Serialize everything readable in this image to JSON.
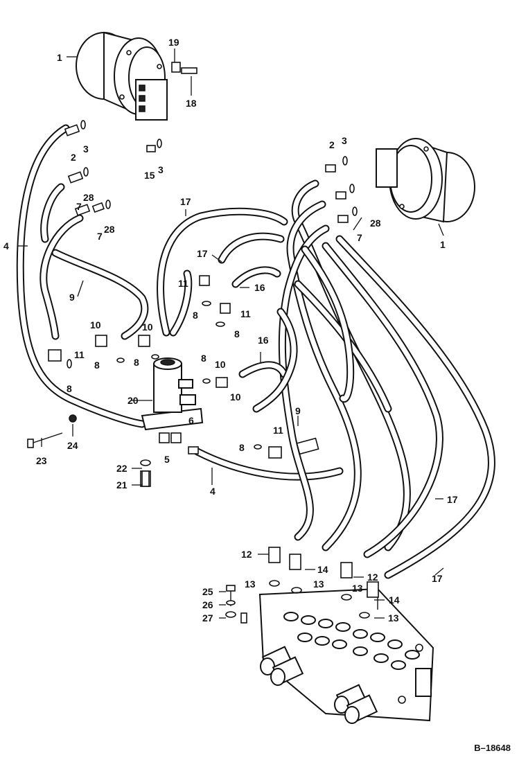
{
  "reference": "B–18648",
  "callouts": [
    {
      "id": "c1a",
      "text": "1"
    },
    {
      "id": "c19",
      "text": "19"
    },
    {
      "id": "c18",
      "text": "18"
    },
    {
      "id": "c2a",
      "text": "2"
    },
    {
      "id": "c3a",
      "text": "3"
    },
    {
      "id": "c15",
      "text": "15"
    },
    {
      "id": "c3b",
      "text": "3"
    },
    {
      "id": "c28a",
      "text": "28"
    },
    {
      "id": "c7a",
      "text": "7"
    },
    {
      "id": "c28b",
      "text": "28"
    },
    {
      "id": "c7b",
      "text": "7"
    },
    {
      "id": "c4a",
      "text": "4"
    },
    {
      "id": "c9a",
      "text": "9"
    },
    {
      "id": "c10a",
      "text": "10"
    },
    {
      "id": "c11a",
      "text": "11"
    },
    {
      "id": "c8a",
      "text": "8"
    },
    {
      "id": "c8b",
      "text": "8"
    },
    {
      "id": "c10b",
      "text": "10"
    },
    {
      "id": "c8c",
      "text": "8"
    },
    {
      "id": "c20",
      "text": "20"
    },
    {
      "id": "c23",
      "text": "23"
    },
    {
      "id": "c24",
      "text": "24"
    },
    {
      "id": "c22",
      "text": "22"
    },
    {
      "id": "c21",
      "text": "21"
    },
    {
      "id": "c5",
      "text": "5"
    },
    {
      "id": "c6",
      "text": "6"
    },
    {
      "id": "c17a",
      "text": "17"
    },
    {
      "id": "c17b",
      "text": "17"
    },
    {
      "id": "c11b",
      "text": "11"
    },
    {
      "id": "c8d",
      "text": "8"
    },
    {
      "id": "c16a",
      "text": "16"
    },
    {
      "id": "c11c",
      "text": "11"
    },
    {
      "id": "c8e",
      "text": "8"
    },
    {
      "id": "c16b",
      "text": "16"
    },
    {
      "id": "c8f",
      "text": "8"
    },
    {
      "id": "c10c",
      "text": "10"
    },
    {
      "id": "c10d",
      "text": "10"
    },
    {
      "id": "c9b",
      "text": "9"
    },
    {
      "id": "c11d",
      "text": "11"
    },
    {
      "id": "c8g",
      "text": "8"
    },
    {
      "id": "c4b",
      "text": "4"
    },
    {
      "id": "c2b",
      "text": "2"
    },
    {
      "id": "c3c",
      "text": "3"
    },
    {
      "id": "c28c",
      "text": "28"
    },
    {
      "id": "c7c",
      "text": "7"
    },
    {
      "id": "c1b",
      "text": "1"
    },
    {
      "id": "c17c",
      "text": "17"
    },
    {
      "id": "c17d",
      "text": "17"
    },
    {
      "id": "c12a",
      "text": "12"
    },
    {
      "id": "c14a",
      "text": "14"
    },
    {
      "id": "c13a",
      "text": "13"
    },
    {
      "id": "c13b",
      "text": "13"
    },
    {
      "id": "c12b",
      "text": "12"
    },
    {
      "id": "c13c",
      "text": "13"
    },
    {
      "id": "c14b",
      "text": "14"
    },
    {
      "id": "c13d",
      "text": "13"
    },
    {
      "id": "c25",
      "text": "25"
    },
    {
      "id": "c26",
      "text": "26"
    },
    {
      "id": "c27",
      "text": "27"
    }
  ]
}
